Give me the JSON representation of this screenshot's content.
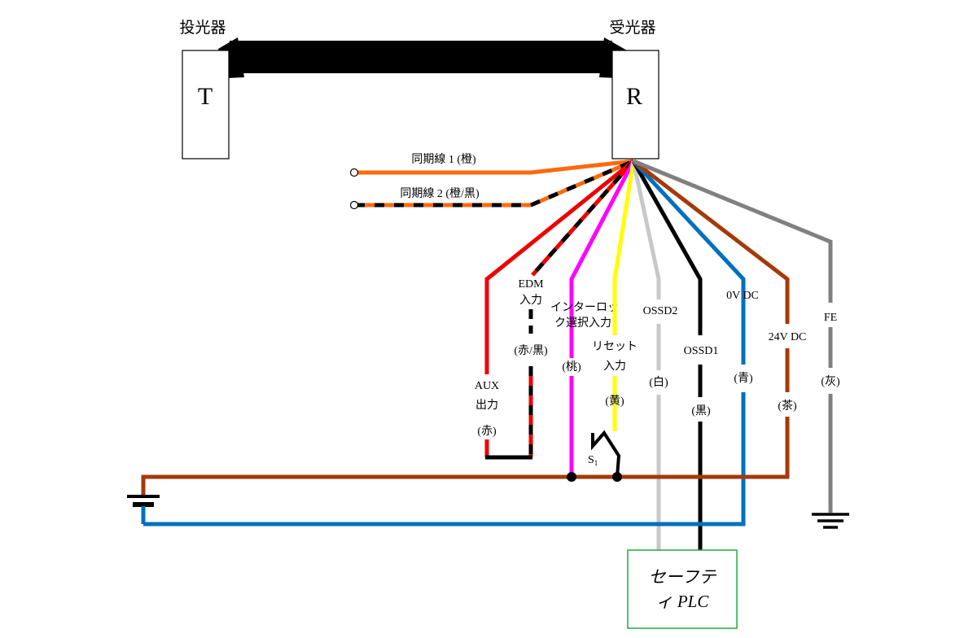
{
  "emitter": {
    "label": "投光器",
    "letter": "T"
  },
  "receiver": {
    "label": "受光器",
    "letter": "R"
  },
  "wires": {
    "sync1": "同期線 1 (橙)",
    "sync2": "同期線 2 (橙/黒)",
    "aux": {
      "line1": "AUX",
      "line2": "出力",
      "color": "(赤)"
    },
    "edm": {
      "line1": "EDM",
      "line2": "入力",
      "color": "(赤/黒)"
    },
    "interlock": {
      "line1": "インターロッ",
      "line2": "ク選択入力",
      "color": "(桃)"
    },
    "reset": {
      "line1": "リセット",
      "line2": "入力",
      "color": "(黄)"
    },
    "ossd2": {
      "name": "OSSD2",
      "color": "(白)"
    },
    "ossd1": {
      "name": "OSSD1",
      "color": "(黒)"
    },
    "v0": {
      "name": "0V DC",
      "color": "(青)"
    },
    "v24": {
      "name": "24V DC",
      "color": "(茶)"
    },
    "fe": {
      "name": "FE",
      "color": "(灰)"
    }
  },
  "switch": {
    "label": "S",
    "sub": "1"
  },
  "plc": {
    "line1": "セーフテ",
    "line2": "ィ PLC"
  },
  "colors": {
    "orange": "#FF6A0D",
    "red": "#EE0000",
    "magenta": "#FF00FF",
    "yellow": "#FFFF00",
    "white": "#C8C8C8",
    "black": "#000000",
    "blue": "#0070C0",
    "brown": "#A43A0A",
    "gray": "#808080",
    "plc_border": "#22AA44"
  }
}
